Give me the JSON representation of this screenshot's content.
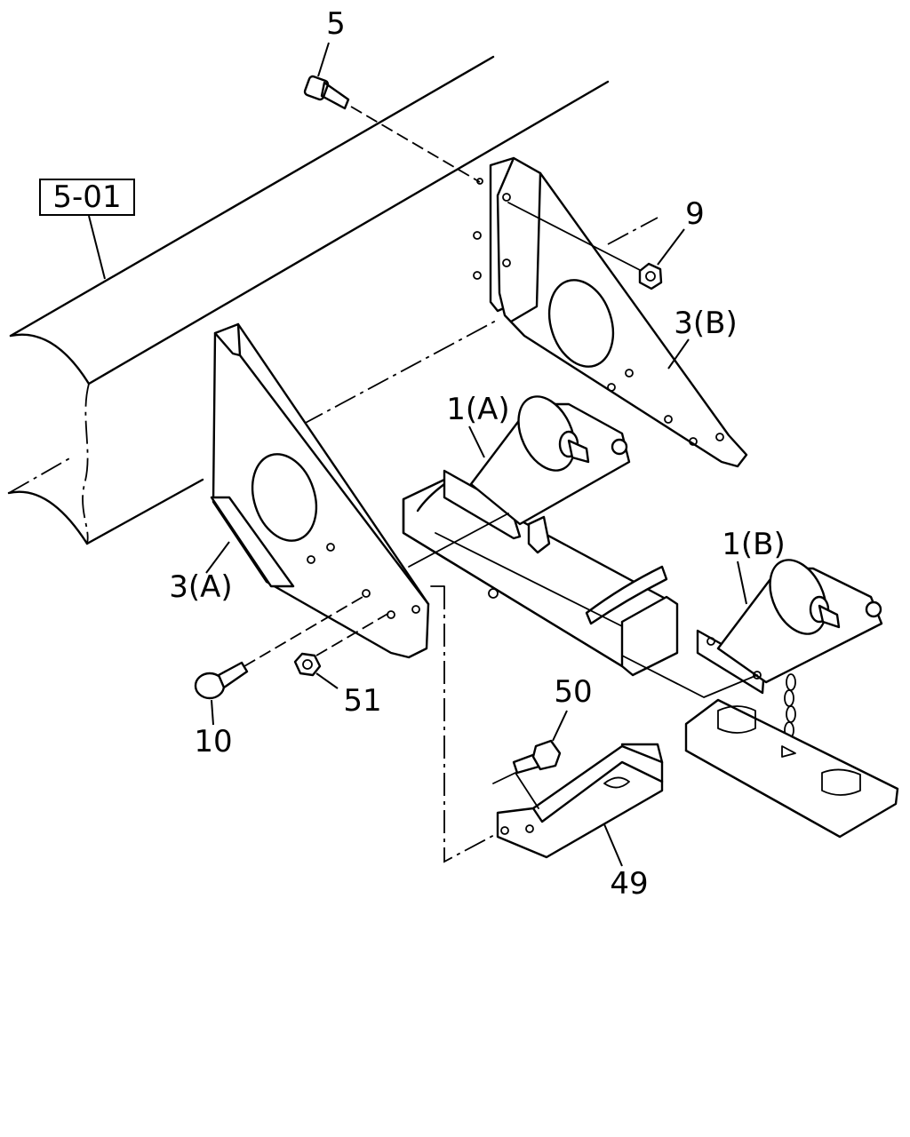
{
  "diagram": {
    "ref_box": "5-01",
    "callouts": {
      "c5": "5",
      "c9": "9",
      "c3b": "3(B)",
      "c1a": "1(A)",
      "c1b": "1(B)",
      "c3a": "3(A)",
      "c51": "51",
      "c10": "10",
      "c50": "50",
      "c49": "49"
    }
  }
}
